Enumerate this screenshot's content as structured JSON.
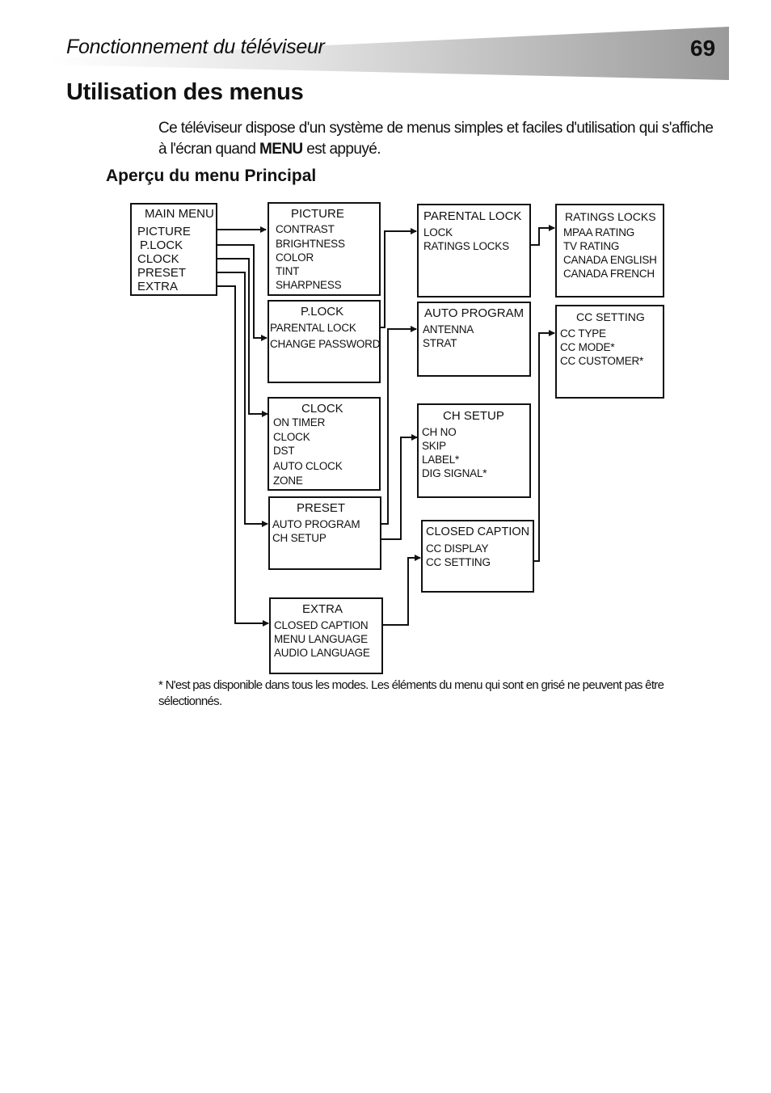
{
  "header": {
    "section_title": "Fonctionnement du téléviseur",
    "page_number": "69"
  },
  "title": "Utilisation des menus",
  "intro": {
    "before": "Ce téléviseur dispose d'un système de menus simples et faciles d'utilisation qui s'affiche à l'écran quand ",
    "key": "MENU",
    "after": " est appuyé."
  },
  "subtitle": "Aperçu du menu Principal",
  "menus": {
    "main": {
      "title": "MAIN MENU",
      "items": [
        "PICTURE",
        "P.LOCK",
        "CLOCK",
        "PRESET",
        "EXTRA"
      ]
    },
    "picture": {
      "title": "PICTURE",
      "items": [
        "CONTRAST",
        "BRIGHTNESS",
        "COLOR",
        "TINT",
        "SHARPNESS"
      ]
    },
    "plock": {
      "title": "P.LOCK",
      "items": [
        "PARENTAL LOCK",
        "CHANGE PASSWORD"
      ]
    },
    "clock": {
      "title": "CLOCK",
      "items": [
        "ON TIMER",
        "CLOCK",
        "DST",
        "AUTO CLOCK",
        "ZONE"
      ]
    },
    "preset": {
      "title": "PRESET",
      "items": [
        "AUTO PROGRAM",
        "CH SETUP"
      ]
    },
    "extra": {
      "title": "EXTRA",
      "items": [
        "CLOSED CAPTION",
        "MENU LANGUAGE",
        "AUDIO LANGUAGE"
      ]
    },
    "parental_lock": {
      "title": "PARENTAL LOCK",
      "items": [
        "LOCK",
        "RATINGS LOCKS"
      ]
    },
    "auto_program": {
      "title": "AUTO PROGRAM",
      "items": [
        "ANTENNA",
        "STRAT"
      ]
    },
    "ch_setup": {
      "title": "CH SETUP",
      "items": [
        "CH NO",
        "SKIP",
        "LABEL*",
        "DIG SIGNAL*"
      ]
    },
    "closed_caption": {
      "title": "CLOSED CAPTION",
      "items": [
        "CC DISPLAY",
        "CC SETTING"
      ]
    },
    "ratings_locks": {
      "title": "RATINGS LOCKS",
      "items": [
        "MPAA RATING",
        "TV RATING",
        "CANADA ENGLISH",
        "CANADA FRENCH"
      ]
    },
    "cc_setting": {
      "title": "CC SETTING",
      "items": [
        "CC TYPE",
        "CC MODE*",
        "CC CUSTOMER*"
      ]
    }
  },
  "footnote": "* N'est pas disponible dans tous les modes. Les éléments du menu qui sont en grisé ne peuvent pas être sélectionnés.",
  "colors": {
    "header_band_dark": "#9a9a9a",
    "header_band_light": "#f2f2f2",
    "ink": "#111111"
  }
}
